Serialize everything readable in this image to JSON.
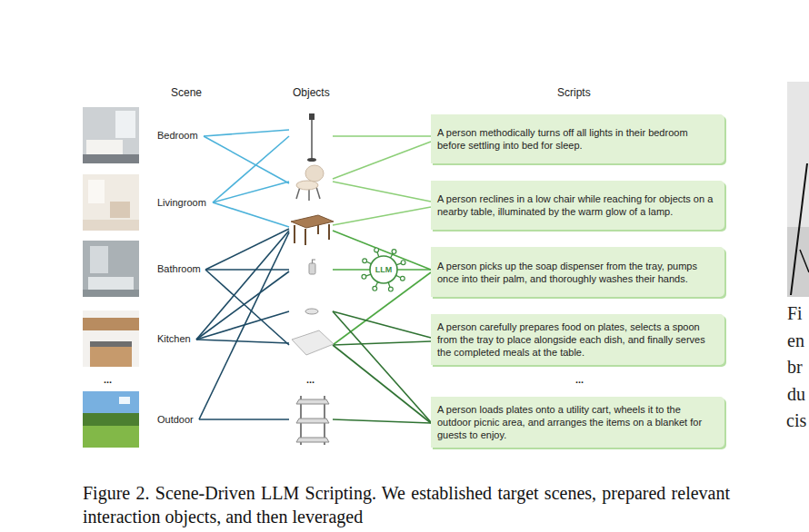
{
  "diagram": {
    "caption": "Figure 2. Scene-Driven LLM Scripting. We established target scenes, prepared relevant interaction objects, and then leveraged",
    "nodes": [
      {
        "text": [
          "Bedroom"
        ]
      },
      {
        "text": [
          "Livingroom"
        ]
      },
      {
        "text": [
          "Bathroom"
        ]
      },
      {
        "text": [
          "Kitchen"
        ]
      },
      {
        "text": [
          "Outdoor"
        ]
      },
      {
        "text": [
          "LLM"
        ]
      },
      {
        "text": [
          "A person methodically turns off all lights in their bedroom before settling into bed for sleep."
        ]
      },
      {
        "text": [
          "A person reclines in a low chair while reaching for objects on a nearby table, illuminated by the warm glow of a lamp."
        ]
      },
      {
        "text": [
          "A person picks up the soap dispenser from the tray, pumps once into their palm, and thoroughly washes their hands."
        ]
      },
      {
        "text": [
          "A person carefully prepares food on plates, selects a spoon from the tray to place alongside each dish, and finally serves the completed meals at the table."
        ]
      },
      {
        "text": [
          "A person loads plates onto a utility cart, wheels it to the outdoor picnic area, and arranges the items on a blanket for guests to enjoy."
        ]
      }
    ],
    "labels": [
      "Scene",
      "Objects",
      "Scripts",
      "...",
      "...",
      "...",
      "Fi",
      "en",
      "br",
      "du",
      "cis"
    ]
  }
}
